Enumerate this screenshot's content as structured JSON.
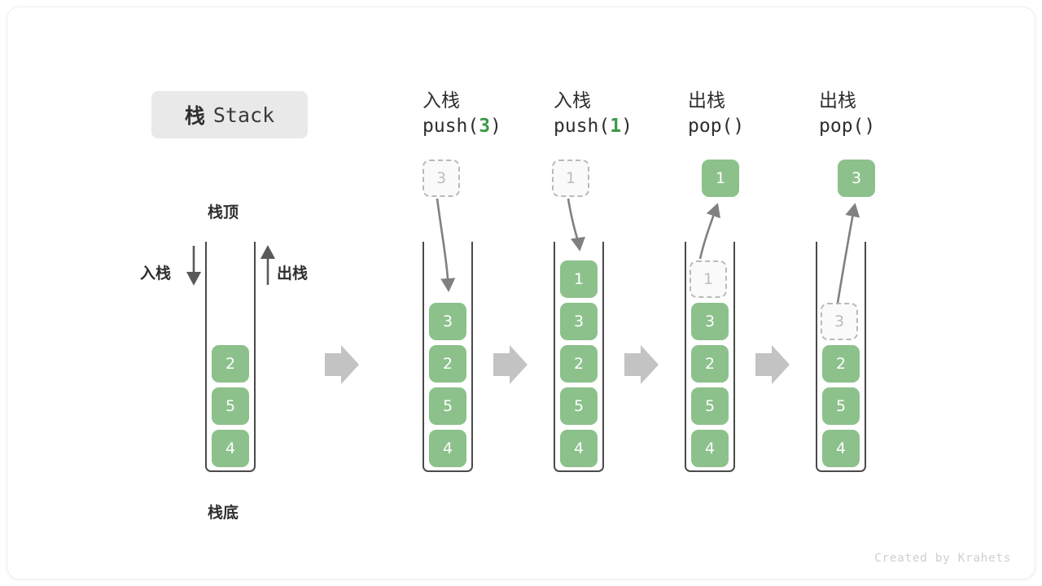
{
  "title": {
    "cn": "栈",
    "en": "Stack"
  },
  "labels": {
    "top": "栈顶",
    "bottom": "栈底",
    "push": "入栈",
    "pop": "出栈"
  },
  "colors": {
    "cell_fill": "#8cc18c",
    "cell_text": "#ffffff",
    "ghost_fill": "#fafafa",
    "ghost_text": "#bdbdbd",
    "ghost_border": "#b9b9b9",
    "accent_green": "#3c9a47",
    "arrow_grey": "#808080",
    "big_arrow_grey": "#c3c3c3",
    "container_border": "#4a4a4a",
    "chip_bg": "#e9e9e9",
    "text_dark": "#2e2e2e",
    "watermark": "#cfcfcf"
  },
  "icons": {
    "transition": "right-block-arrow-icon",
    "push_direction": "down-arrow-icon",
    "pop_direction": "up-arrow-icon"
  },
  "columns": [
    {
      "id": "initial",
      "header_cn": "",
      "header_code": "",
      "header_code_arg": "",
      "floating": null,
      "stack": [
        "2",
        "5",
        "4"
      ],
      "ghost_index": -1
    },
    {
      "id": "push-3",
      "header_cn": "入栈",
      "header_code_pre": "push(",
      "header_code_arg": "3",
      "header_code_post": ")",
      "floating": {
        "value": "3",
        "style": "ghost"
      },
      "stack": [
        "3",
        "2",
        "5",
        "4"
      ],
      "ghost_index": -1
    },
    {
      "id": "push-1",
      "header_cn": "入栈",
      "header_code_pre": "push(",
      "header_code_arg": "1",
      "header_code_post": ")",
      "floating": {
        "value": "1",
        "style": "ghost"
      },
      "stack": [
        "1",
        "3",
        "2",
        "5",
        "4"
      ],
      "ghost_index": -1
    },
    {
      "id": "pop-1",
      "header_cn": "出栈",
      "header_code_pre": "pop(",
      "header_code_arg": "",
      "header_code_post": ")",
      "floating": {
        "value": "1",
        "style": "solid"
      },
      "stack": [
        "1",
        "3",
        "2",
        "5",
        "4"
      ],
      "ghost_index": 0
    },
    {
      "id": "pop-3",
      "header_cn": "出栈",
      "header_code_pre": "pop(",
      "header_code_arg": "",
      "header_code_post": ")",
      "floating": {
        "value": "3",
        "style": "solid"
      },
      "stack": [
        "3",
        "2",
        "5",
        "4"
      ],
      "ghost_index": 0
    }
  ],
  "footer": {
    "credit": "Created by Krahets"
  }
}
